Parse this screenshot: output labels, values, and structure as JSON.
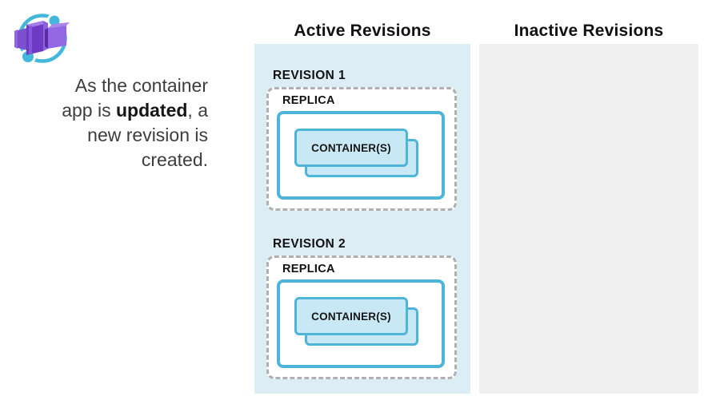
{
  "logo": {
    "label": "Azure Container Apps icon"
  },
  "intro": {
    "line1": "As the container",
    "line2_before": "app is ",
    "line2_bold": "updated",
    "line2_after": ", a",
    "line3": "new revision is",
    "line4": "created."
  },
  "columns": {
    "active": {
      "title": "Active Revisions"
    },
    "inactive": {
      "title": "Inactive Revisions"
    }
  },
  "revisions": [
    {
      "label": "REVISION 1",
      "replica_label": "REPLICA",
      "container_label": "CONTAINER(S)"
    },
    {
      "label": "REVISION 2",
      "replica_label": "REPLICA",
      "container_label": "CONTAINER(S)"
    }
  ],
  "colors": {
    "active_panel_bg": "#DCEDF6",
    "inactive_panel_bg": "#F0F0F1",
    "box_border_blue": "#4CB5D9",
    "container_fill": "#C9E8F5",
    "dashed_border": "#AFB0B2",
    "icon_purple": "#7B4BD0",
    "icon_cyan": "#44B8DC"
  }
}
